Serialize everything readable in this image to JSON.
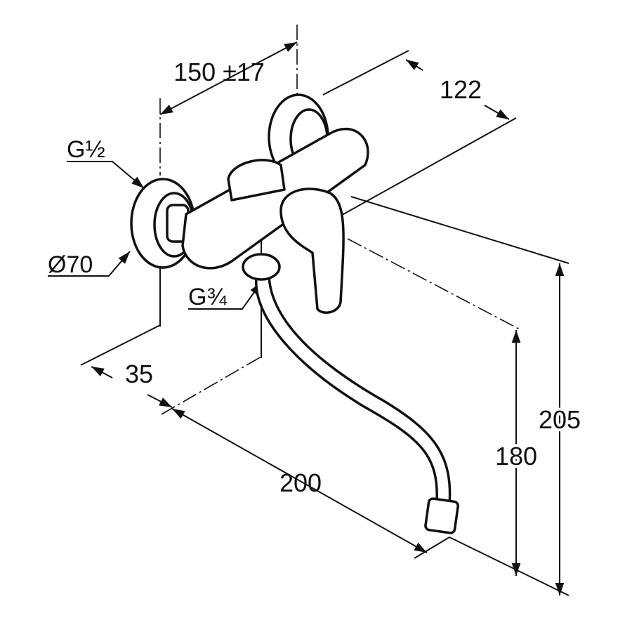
{
  "title": "Wall-mounted faucet dimension drawing",
  "dimensions": {
    "spacing": "150 ±17",
    "depth_body": "122",
    "inlet_thread": "G½",
    "rosette_diameter": "Ø70",
    "outlet_thread": "G¾",
    "wall_offset": "35",
    "spout_reach": "200",
    "spout_height": "180",
    "total_height": "205"
  }
}
